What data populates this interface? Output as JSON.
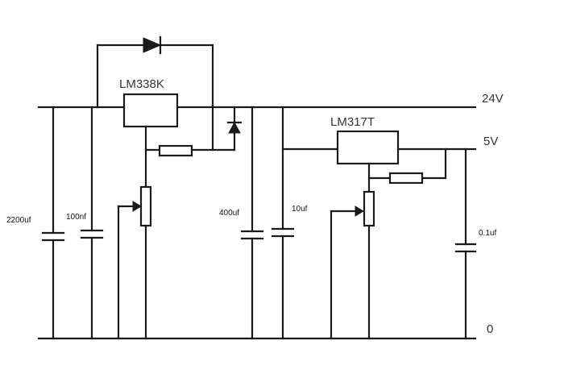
{
  "components": {
    "regulator_main": "LM338K",
    "regulator_secondary": "LM317T"
  },
  "rails": {
    "high": "24V",
    "low": "5V",
    "ground": "0"
  },
  "capacitors": {
    "c1": "2200uf",
    "c2": "100nf",
    "c3": "400uf",
    "c4": "10uf",
    "c5": "0.1uf"
  }
}
